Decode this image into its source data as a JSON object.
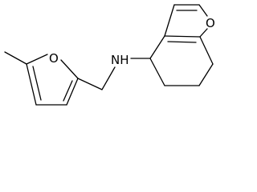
{
  "molecule": {
    "atoms": {
      "furan_o_left": "O",
      "amine_n": "NH",
      "furan_o_right": "O"
    }
  },
  "colors": {
    "bond": "#000000",
    "label": "#000000",
    "background": "#ffffff"
  }
}
